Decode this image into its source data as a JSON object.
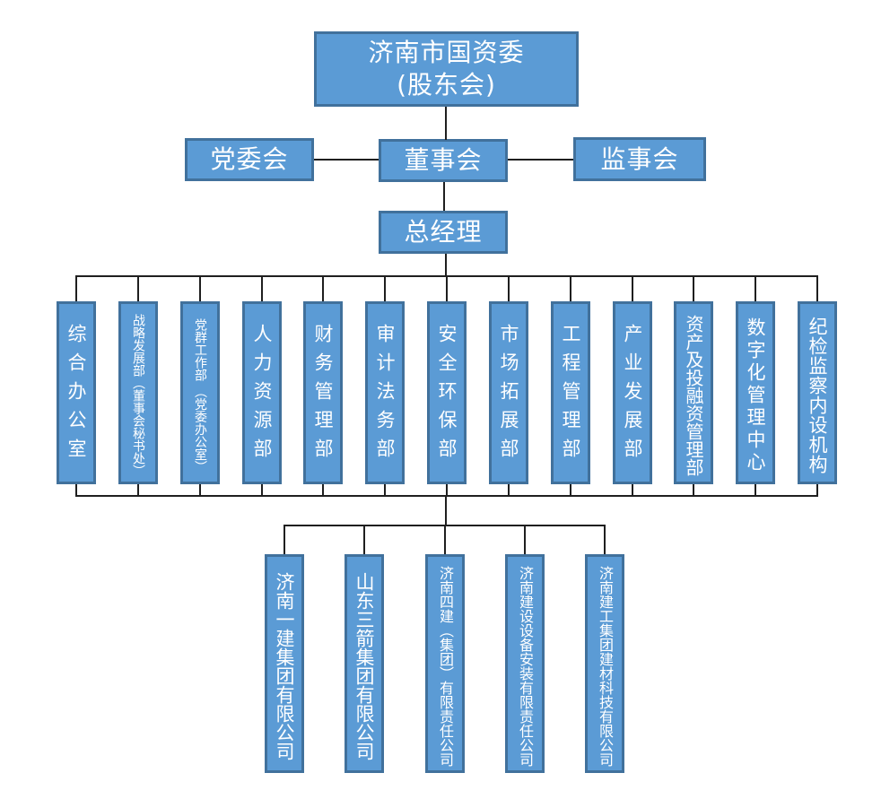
{
  "diagram": {
    "type": "org-chart",
    "root": {
      "label": "济南市国资委\n(股东会)"
    },
    "governance": {
      "party_committee": {
        "label": "党委会"
      },
      "board_of_directors": {
        "label": "董事会"
      },
      "supervisory_board": {
        "label": "监事会"
      }
    },
    "general_manager": {
      "label": "总经理"
    },
    "departments": [
      {
        "label": "综合办公室"
      },
      {
        "label": "战略发展部（董事会秘书处）"
      },
      {
        "label": "党群工作部 （党委办公室）"
      },
      {
        "label": "人力资源部"
      },
      {
        "label": "财务管理部"
      },
      {
        "label": "审计法务部"
      },
      {
        "label": "安全环保部"
      },
      {
        "label": "市场拓展部"
      },
      {
        "label": "工程管理部"
      },
      {
        "label": "产业发展部"
      },
      {
        "label": "资产及投融资管理部"
      },
      {
        "label": "数字化管理中心"
      },
      {
        "label": "纪检监察内设机构"
      }
    ],
    "subsidiaries": [
      {
        "label": "济南一建集团有限公司"
      },
      {
        "label": "山东三箭集团有限公司"
      },
      {
        "label": "济南四建（集团）有限责任公司"
      },
      {
        "label": "济南建设设备安装有限责任公司"
      },
      {
        "label": "济南建工集团建材科技有限公司"
      }
    ],
    "colors": {
      "box_fill": "#5b9bd5",
      "box_border": "#41719c",
      "box_text": "#ffffff",
      "connector": "#1f1f1f",
      "background": "#ffffff"
    }
  }
}
